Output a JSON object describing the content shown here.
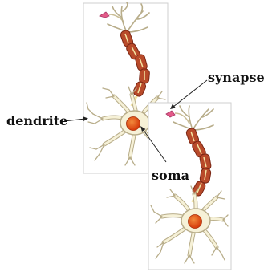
{
  "labels": {
    "dendrite": "dendrite",
    "synapse": "synapse",
    "soma": "soma"
  },
  "colors": {
    "background": "#ffffff",
    "panel_background": "#ffffff",
    "panel_border": "#cfcfcf",
    "dendrite_fill": "#f6f1d7",
    "dendrite_outline": "#b8ad8a",
    "myelin_fill": "#b84a2a",
    "myelin_dark": "#7a2614",
    "axon_core": "#f3e4a2",
    "nucleus": "#e14d12",
    "nucleus_highlight": "#f28a3c",
    "axon_terminal": "#e35a88",
    "arrow": "#222222",
    "text": "#111111"
  }
}
